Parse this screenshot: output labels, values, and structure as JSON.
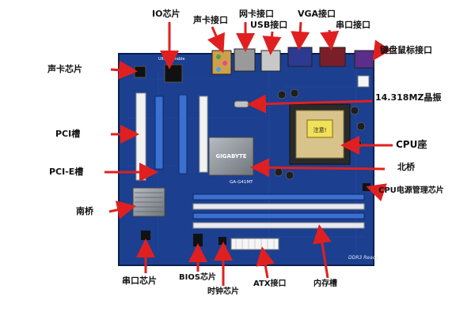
{
  "labels": {
    "io_chip": "IO芯片",
    "audio_port": "声卡接口",
    "lan_port": "网卡接口",
    "usb_port": "USB接口",
    "vga_port": "VGA接口",
    "serial_port_top": "串口接口",
    "ps2_port": "键盘鼠标接口",
    "audio_chip": "声卡芯片",
    "crystal": "14.318MZ晶振",
    "pci_slot": "PCI槽",
    "cpu_socket": "CPU座",
    "pcie_slot": "PCI-E槽",
    "northbridge": "北桥",
    "cpu_power": "CPU电源管理芯片",
    "southbridge": "南桥",
    "serial_chip": "串口芯片",
    "bios_chip": "BIOS芯片",
    "clock_chip": "时钟芯片",
    "atx_port": "ATX接口",
    "memory_slot": "内存槽"
  },
  "board_text": {
    "brand": "GIGABYTE",
    "model": "GA-G41MT",
    "socket_sticker": "注意!",
    "corner_text": "Ultra Durable",
    "bottom_right": "DDR3 Ready"
  },
  "colors": {
    "arrow": "#e02020",
    "pcb": "#1c3f8f",
    "pcb_dark": "#0f2a68",
    "slot_blue": "#3b6fd0",
    "memory_white": "#e8e8f0",
    "heatsink": "#8a8f96",
    "socket_gold": "#c9a934"
  }
}
